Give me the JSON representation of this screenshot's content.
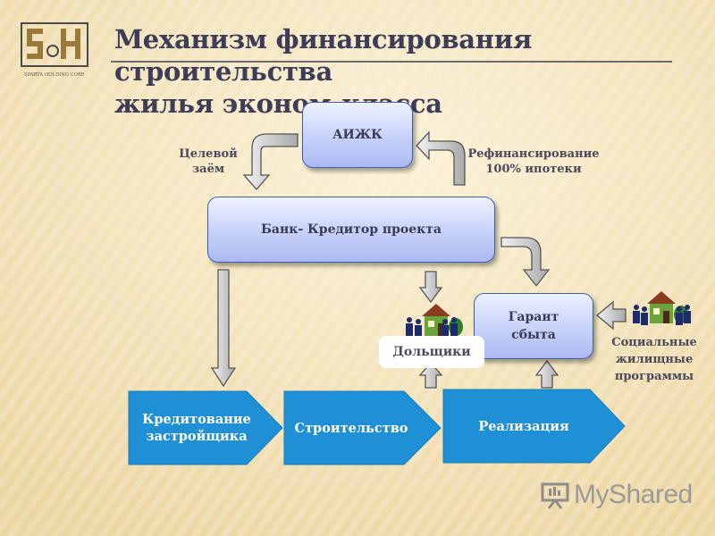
{
  "logo": {
    "letters": "SH",
    "caption": "SPARTA HOLDING CORP."
  },
  "title": {
    "line1": "Механизм финансирования строительства",
    "line2": "жилья эконом-класса"
  },
  "nodes": {
    "aizhk": "АИЖК",
    "bank": "Банк- Кредитор проекта",
    "guarantor": "Гарант сбыта",
    "shareholders": "Дольщики"
  },
  "labels": {
    "target_loan": "Целевой заём",
    "refinancing": "Рефинансирование 100% ипотеки",
    "social_programs": "Социальные жилищные программы"
  },
  "stages": [
    "Кредитование застройщика",
    "Строительство",
    "Реализация"
  ],
  "watermark": {
    "brand": "MyShared"
  },
  "colors": {
    "pill_border": "#3b5db6",
    "stage_fill": "#1f8fd6",
    "arrow_fill": "#c9c9c9",
    "title": "#3d3d57"
  }
}
